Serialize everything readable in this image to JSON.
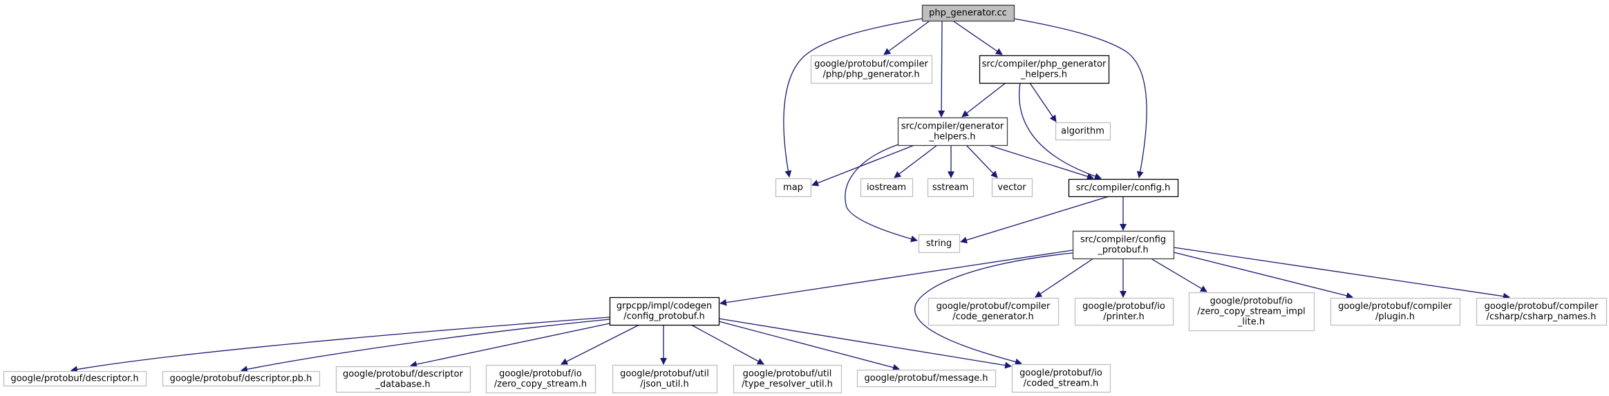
{
  "title": "php_generator.cc include dependency graph",
  "colors": {
    "edge": "#191970",
    "root_fill": "#bfbfbf",
    "root_border": "#404040",
    "documented_border": "#000000",
    "highlight_border": "#404040",
    "external_border": "#bfbfbf",
    "node_fill": "#ffffff"
  },
  "nodes": [
    {
      "id": "root",
      "kind": "root",
      "lines": [
        "php_generator.cc"
      ]
    },
    {
      "id": "php_generator_h",
      "kind": "external",
      "lines": [
        "google/protobuf/compiler",
        "/php/php_generator.h"
      ]
    },
    {
      "id": "php_generator_helpers_h",
      "kind": "documented",
      "lines": [
        "src/compiler/php_generator",
        "_helpers.h"
      ]
    },
    {
      "id": "generator_helpers_h",
      "kind": "highlight",
      "lines": [
        "src/compiler/generator",
        "_helpers.h"
      ]
    },
    {
      "id": "algorithm",
      "kind": "external",
      "lines": [
        "algorithm"
      ]
    },
    {
      "id": "map",
      "kind": "external",
      "lines": [
        "map"
      ]
    },
    {
      "id": "iostream",
      "kind": "external",
      "lines": [
        "iostream"
      ]
    },
    {
      "id": "sstream",
      "kind": "external",
      "lines": [
        "sstream"
      ]
    },
    {
      "id": "vector",
      "kind": "external",
      "lines": [
        "vector"
      ]
    },
    {
      "id": "config_h",
      "kind": "documented",
      "lines": [
        "src/compiler/config.h"
      ]
    },
    {
      "id": "string",
      "kind": "external",
      "lines": [
        "string"
      ]
    },
    {
      "id": "config_protobuf_h",
      "kind": "highlight",
      "lines": [
        "src/compiler/config",
        "_protobuf.h"
      ]
    },
    {
      "id": "grpc_config_protobuf_h",
      "kind": "documented",
      "lines": [
        "grpcpp/impl/codegen",
        "/config_protobuf.h"
      ]
    },
    {
      "id": "code_generator_h",
      "kind": "external",
      "lines": [
        "google/protobuf/compiler",
        "/code_generator.h"
      ]
    },
    {
      "id": "printer_h",
      "kind": "external",
      "lines": [
        "google/protobuf/io",
        "/printer.h"
      ]
    },
    {
      "id": "zero_copy_stream_impl_lite_h",
      "kind": "external",
      "lines": [
        "google/protobuf/io",
        "/zero_copy_stream_impl",
        "_lite.h"
      ]
    },
    {
      "id": "plugin_h",
      "kind": "external",
      "lines": [
        "google/protobuf/compiler",
        "/plugin.h"
      ]
    },
    {
      "id": "csharp_names_h",
      "kind": "external",
      "lines": [
        "google/protobuf/compiler",
        "/csharp/csharp_names.h"
      ]
    },
    {
      "id": "descriptor_h",
      "kind": "external",
      "lines": [
        "google/protobuf/descriptor.h"
      ]
    },
    {
      "id": "descriptor_pb_h",
      "kind": "external",
      "lines": [
        "google/protobuf/descriptor.pb.h"
      ]
    },
    {
      "id": "descriptor_database_h",
      "kind": "external",
      "lines": [
        "google/protobuf/descriptor",
        "_database.h"
      ]
    },
    {
      "id": "zero_copy_stream_h",
      "kind": "external",
      "lines": [
        "google/protobuf/io",
        "/zero_copy_stream.h"
      ]
    },
    {
      "id": "json_util_h",
      "kind": "external",
      "lines": [
        "google/protobuf/util",
        "/json_util.h"
      ]
    },
    {
      "id": "type_resolver_util_h",
      "kind": "external",
      "lines": [
        "google/protobuf/util",
        "/type_resolver_util.h"
      ]
    },
    {
      "id": "message_h",
      "kind": "external",
      "lines": [
        "google/protobuf/message.h"
      ]
    },
    {
      "id": "coded_stream_h",
      "kind": "external",
      "lines": [
        "google/protobuf/io",
        "/coded_stream.h"
      ]
    }
  ],
  "edges": [
    {
      "from": "root",
      "to": "map"
    },
    {
      "from": "root",
      "to": "php_generator_h"
    },
    {
      "from": "root",
      "to": "generator_helpers_h"
    },
    {
      "from": "root",
      "to": "php_generator_helpers_h"
    },
    {
      "from": "root",
      "to": "config_h"
    },
    {
      "from": "php_generator_helpers_h",
      "to": "generator_helpers_h"
    },
    {
      "from": "php_generator_helpers_h",
      "to": "algorithm"
    },
    {
      "from": "php_generator_helpers_h",
      "to": "config_h"
    },
    {
      "from": "generator_helpers_h",
      "to": "map"
    },
    {
      "from": "generator_helpers_h",
      "to": "iostream"
    },
    {
      "from": "generator_helpers_h",
      "to": "sstream"
    },
    {
      "from": "generator_helpers_h",
      "to": "vector"
    },
    {
      "from": "generator_helpers_h",
      "to": "config_h"
    },
    {
      "from": "generator_helpers_h",
      "to": "string"
    },
    {
      "from": "config_h",
      "to": "string"
    },
    {
      "from": "config_h",
      "to": "config_protobuf_h"
    },
    {
      "from": "config_protobuf_h",
      "to": "grpc_config_protobuf_h"
    },
    {
      "from": "config_protobuf_h",
      "to": "code_generator_h"
    },
    {
      "from": "config_protobuf_h",
      "to": "printer_h"
    },
    {
      "from": "config_protobuf_h",
      "to": "zero_copy_stream_impl_lite_h"
    },
    {
      "from": "config_protobuf_h",
      "to": "plugin_h"
    },
    {
      "from": "config_protobuf_h",
      "to": "csharp_names_h"
    },
    {
      "from": "config_protobuf_h",
      "to": "coded_stream_h"
    },
    {
      "from": "grpc_config_protobuf_h",
      "to": "descriptor_h"
    },
    {
      "from": "grpc_config_protobuf_h",
      "to": "descriptor_pb_h"
    },
    {
      "from": "grpc_config_protobuf_h",
      "to": "descriptor_database_h"
    },
    {
      "from": "grpc_config_protobuf_h",
      "to": "zero_copy_stream_h"
    },
    {
      "from": "grpc_config_protobuf_h",
      "to": "json_util_h"
    },
    {
      "from": "grpc_config_protobuf_h",
      "to": "type_resolver_util_h"
    },
    {
      "from": "grpc_config_protobuf_h",
      "to": "message_h"
    },
    {
      "from": "grpc_config_protobuf_h",
      "to": "coded_stream_h"
    }
  ]
}
